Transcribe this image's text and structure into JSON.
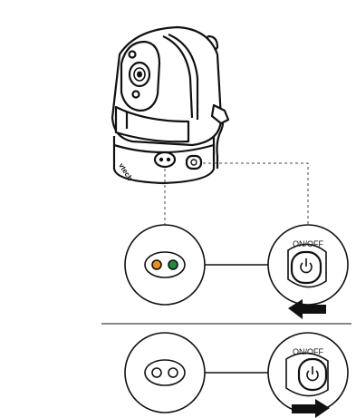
{
  "camera": {
    "brand_label": "vtech"
  },
  "switch_labels": {
    "on_off_top": "ON/OFF",
    "on_off_bottom": "ON/OFF"
  },
  "leds_on": {
    "left_color": "#e8901d",
    "right_color": "#1e8a3c"
  },
  "leds_off": {
    "left_color": "#ffffff",
    "right_color": "#ffffff"
  },
  "arrows": {
    "top_direction": "left",
    "bottom_direction": "right"
  },
  "colors": {
    "stroke": "#111111",
    "dashed": "#444444"
  }
}
